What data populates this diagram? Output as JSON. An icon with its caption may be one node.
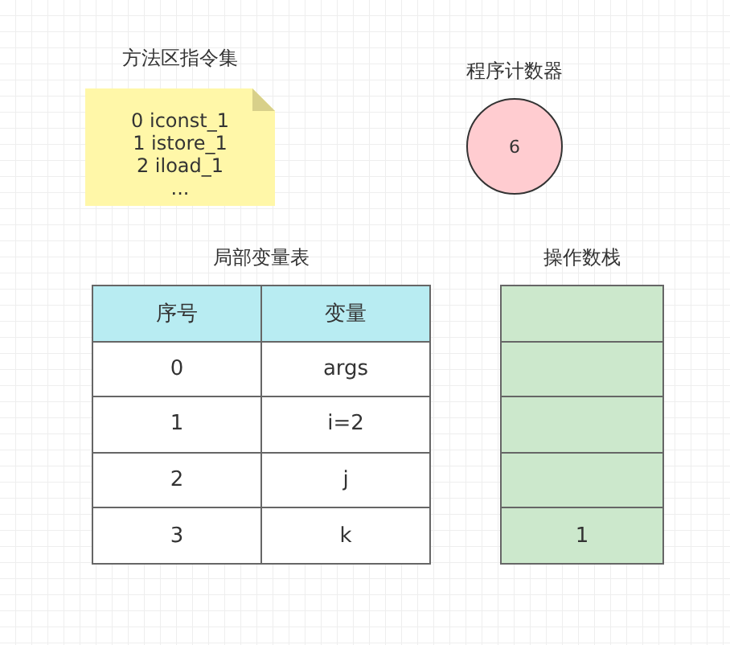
{
  "diagram": {
    "nodes": [
      {
        "text": [
          "方法区指令集",
          "0 iconst_1",
          "1 istore_1",
          "2 iload_1",
          "..."
        ]
      },
      {
        "text": [
          "程序计数器",
          "6"
        ]
      },
      {
        "text": [
          "局部变量表"
        ]
      },
      {
        "text": [
          "操作数栈"
        ]
      }
    ],
    "edges": [],
    "labels": [
      "序号",
      "变量",
      "0",
      "args",
      "1",
      "i=2",
      "2",
      "j",
      "3",
      "k",
      "1"
    ]
  }
}
